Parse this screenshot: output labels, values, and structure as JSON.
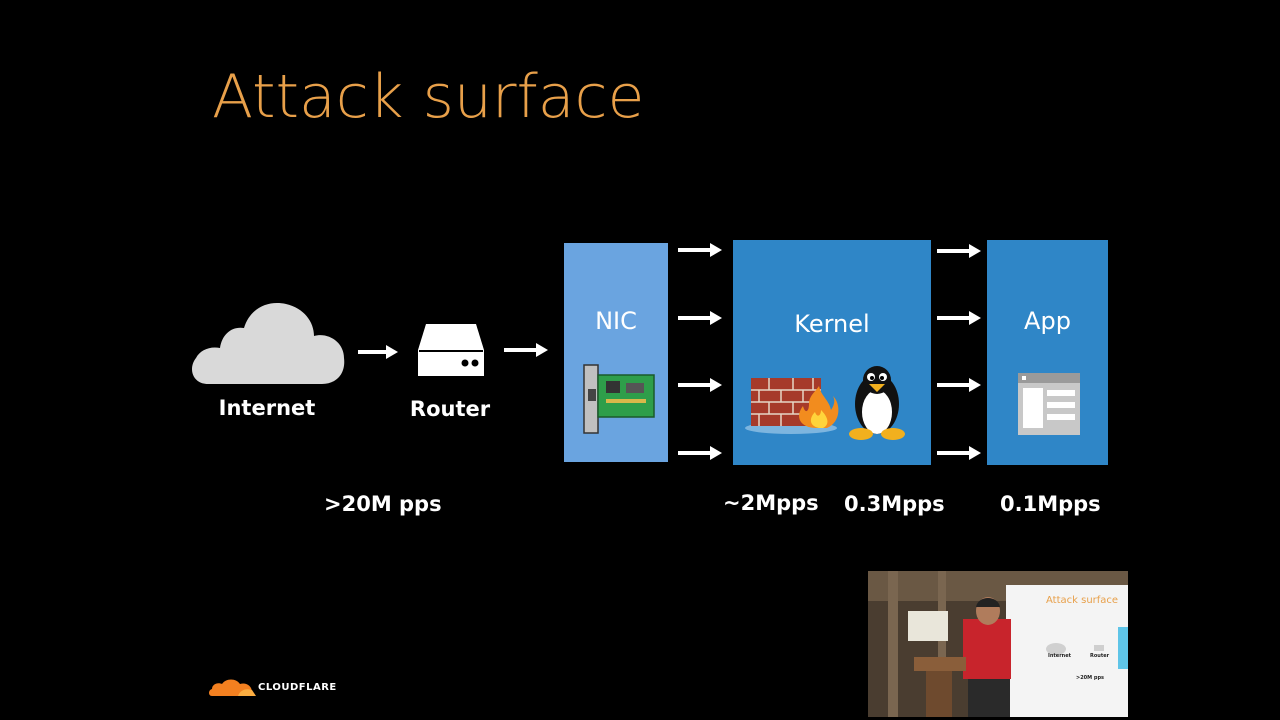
{
  "slide": {
    "title": "Attack surface",
    "nodes": {
      "internet": "Internet",
      "router": "Router",
      "nic": "NIC",
      "kernel": "Kernel",
      "app": "App"
    },
    "rates": {
      "router": ">20M pps",
      "nic_kernel": "~2Mpps",
      "kernel": "0.3Mpps",
      "app": "0.1Mpps"
    },
    "logo": "CLOUDFLARE"
  },
  "video_overlay": {
    "slide_title": "Attack surface",
    "labels": [
      "Internet",
      "Router"
    ],
    "rate": ">20M pps"
  },
  "colors": {
    "title": "#e8a04a",
    "nic_box": "#6aa4e0",
    "kernel_box": "#2f86c7",
    "app_box": "#2f86c7",
    "cloud": "#d9d9d9"
  },
  "icons": [
    "cloud-icon",
    "router-icon",
    "network-card-icon",
    "firewall-icon",
    "linux-penguin-icon",
    "app-window-icon",
    "cloudflare-logo-icon"
  ]
}
